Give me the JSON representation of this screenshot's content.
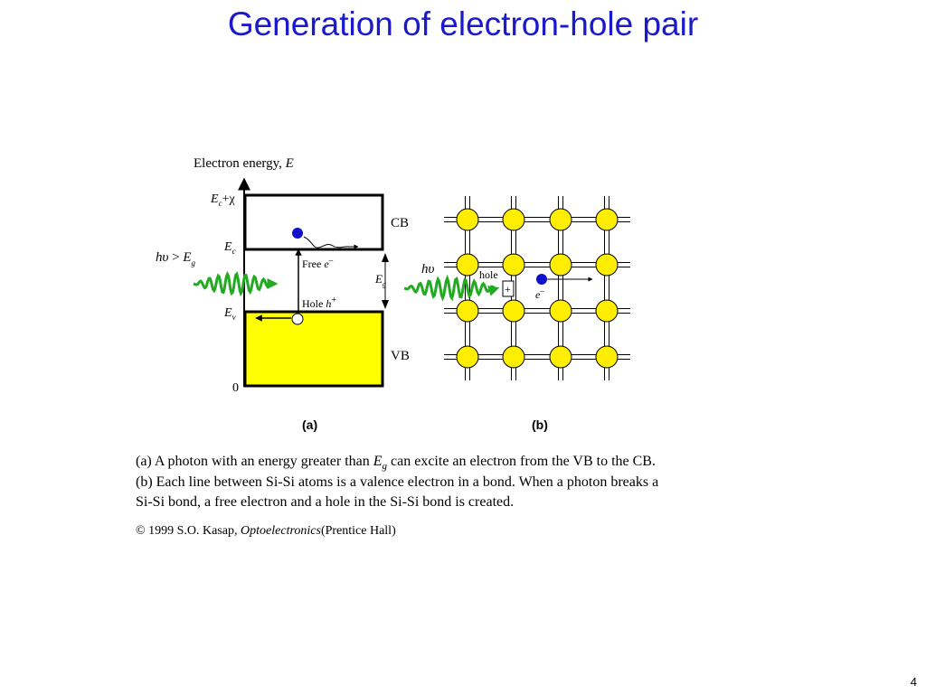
{
  "slide": {
    "title": "Generation of electron-hole pair",
    "page_number": "4"
  },
  "diagram_a": {
    "axis_label": "Electron energy,",
    "axis_symbol": "E",
    "level_top": "E",
    "level_top_sub": "c",
    "level_top_plus": "+χ",
    "level_ec": "E",
    "level_ec_sub": "c",
    "level_ev": "E",
    "level_ev_sub": "v",
    "level_zero": "0",
    "band_cb": "CB",
    "band_vb": "VB",
    "gap_label": "E",
    "gap_label_sub": "g",
    "photon_h": "h",
    "photon_nu": "υ",
    "photon_gt": " > ",
    "photon_e": "E",
    "photon_e_sub": "g",
    "free_label": "Free ",
    "free_symbol": "e",
    "free_sup": "–",
    "hole_label": "Hole ",
    "hole_symbol": "h",
    "hole_sup": "+",
    "panel_label": "(a)",
    "colors": {
      "band_fill": "#ffff00",
      "photon": "#22aa22",
      "electron": "#1111cc"
    }
  },
  "diagram_b": {
    "photon_h": "h",
    "photon_nu": "υ",
    "hole_label": "hole",
    "hole_plus": "+",
    "electron_symbol": "e",
    "electron_sup": "–",
    "panel_label": "(b)",
    "colors": {
      "atom_fill": "#ffee00"
    }
  },
  "caption": {
    "line1_pre": "(a) A photon with an energy greater than ",
    "line1_sym": "E",
    "line1_sub": "g",
    "line1_post": " can excite an electron from the VB to the CB.",
    "line2": "(b) Each line between Si-Si atoms is a valence electron in a bond. When a photon breaks a",
    "line3": "Si-Si bond, a free electron and a hole in the Si-Si bond is created."
  },
  "credit": {
    "pre": "© 1999 S.O. Kasap, ",
    "book": "Optoelectronics",
    "post": "(Prentice Hall)"
  }
}
